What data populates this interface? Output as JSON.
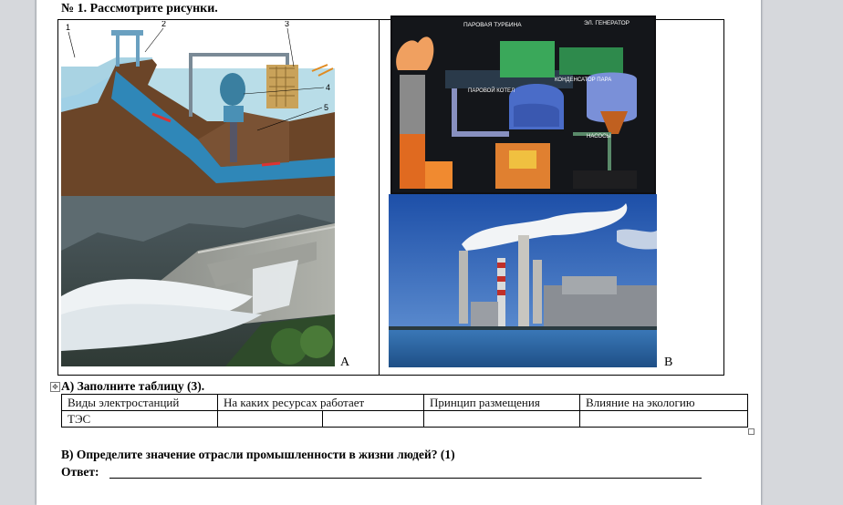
{
  "task1": {
    "title": "№ 1. Рассмотрите рисунки."
  },
  "figures": {
    "label_a": "А",
    "label_b": "В",
    "hydro_diagram": {
      "callouts": [
        "1",
        "2",
        "3",
        "4",
        "5"
      ]
    },
    "thermal_diagram": {
      "labels": [
        "ПАРОВАЯ ТУРБИНА",
        "ЭЛ. ГЕНЕРАТОР",
        "КОНДЕНСАТОР ПАРА",
        "ПАРОВОЙ КОТЕЛ",
        "НАСОСЫ"
      ]
    }
  },
  "task_a": {
    "title": "А) Заполните таблицу (3).",
    "headers": [
      "Виды электростанций",
      "На каких ресурсах работает",
      "Принцип  размещения",
      "Влияние на экологию"
    ],
    "rows": [
      [
        "ТЭС",
        "",
        "",
        ""
      ]
    ]
  },
  "task_b": {
    "question": "В) Определите значение отрасли промышленности в жизни людей? (1)",
    "answer_label": "Ответ:"
  }
}
